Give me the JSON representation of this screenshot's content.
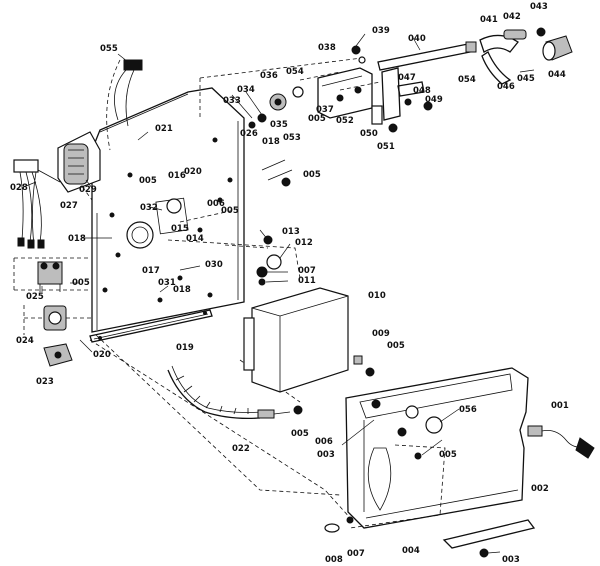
{
  "callouts": [
    {
      "id": "c055",
      "text": "055"
    },
    {
      "id": "c021",
      "text": "021"
    },
    {
      "id": "c028",
      "text": "028"
    },
    {
      "id": "c029",
      "text": "029"
    },
    {
      "id": "c027",
      "text": "027"
    },
    {
      "id": "c018a",
      "text": "018"
    },
    {
      "id": "c025",
      "text": "025"
    },
    {
      "id": "c005a",
      "text": "005"
    },
    {
      "id": "c024",
      "text": "024"
    },
    {
      "id": "c023",
      "text": "023"
    },
    {
      "id": "c020a",
      "text": "020"
    },
    {
      "id": "c019",
      "text": "019"
    },
    {
      "id": "c018b",
      "text": "018"
    },
    {
      "id": "c031",
      "text": "031"
    },
    {
      "id": "c017",
      "text": "017"
    },
    {
      "id": "c030",
      "text": "030"
    },
    {
      "id": "c032",
      "text": "032"
    },
    {
      "id": "c005b",
      "text": "005"
    },
    {
      "id": "c016",
      "text": "016"
    },
    {
      "id": "c020b",
      "text": "020"
    },
    {
      "id": "c015",
      "text": "015"
    },
    {
      "id": "c014",
      "text": "014"
    },
    {
      "id": "c006a",
      "text": "006"
    },
    {
      "id": "c005c",
      "text": "005"
    },
    {
      "id": "c033",
      "text": "033"
    },
    {
      "id": "c034",
      "text": "034"
    },
    {
      "id": "c036",
      "text": "036"
    },
    {
      "id": "c054a",
      "text": "054"
    },
    {
      "id": "c037",
      "text": "037"
    },
    {
      "id": "c005d",
      "text": "005"
    },
    {
      "id": "c035",
      "text": "035"
    },
    {
      "id": "c026",
      "text": "026"
    },
    {
      "id": "c018c",
      "text": "018"
    },
    {
      "id": "c053",
      "text": "053"
    },
    {
      "id": "c005e",
      "text": "005"
    },
    {
      "id": "c013",
      "text": "013"
    },
    {
      "id": "c012",
      "text": "012"
    },
    {
      "id": "c007a",
      "text": "007"
    },
    {
      "id": "c011",
      "text": "011"
    },
    {
      "id": "c010",
      "text": "010"
    },
    {
      "id": "c038",
      "text": "038"
    },
    {
      "id": "c039",
      "text": "039"
    },
    {
      "id": "c040",
      "text": "040"
    },
    {
      "id": "c041",
      "text": "041"
    },
    {
      "id": "c042",
      "text": "042"
    },
    {
      "id": "c043",
      "text": "043"
    },
    {
      "id": "c044",
      "text": "044"
    },
    {
      "id": "c045",
      "text": "045"
    },
    {
      "id": "c046",
      "text": "046"
    },
    {
      "id": "c054b",
      "text": "054"
    },
    {
      "id": "c047",
      "text": "047"
    },
    {
      "id": "c048",
      "text": "048"
    },
    {
      "id": "c049",
      "text": "049"
    },
    {
      "id": "c052",
      "text": "052"
    },
    {
      "id": "c050",
      "text": "050"
    },
    {
      "id": "c051",
      "text": "051"
    },
    {
      "id": "c009",
      "text": "009"
    },
    {
      "id": "c005f",
      "text": "005"
    },
    {
      "id": "c022",
      "text": "022"
    },
    {
      "id": "c005g",
      "text": "005"
    },
    {
      "id": "c006b",
      "text": "006"
    },
    {
      "id": "c003a",
      "text": "003"
    },
    {
      "id": "c056",
      "text": "056"
    },
    {
      "id": "c005h",
      "text": "005"
    },
    {
      "id": "c001",
      "text": "001"
    },
    {
      "id": "c002",
      "text": "002"
    },
    {
      "id": "c008",
      "text": "008"
    },
    {
      "id": "c007b",
      "text": "007"
    },
    {
      "id": "c004",
      "text": "004"
    },
    {
      "id": "c003b",
      "text": "003"
    }
  ]
}
